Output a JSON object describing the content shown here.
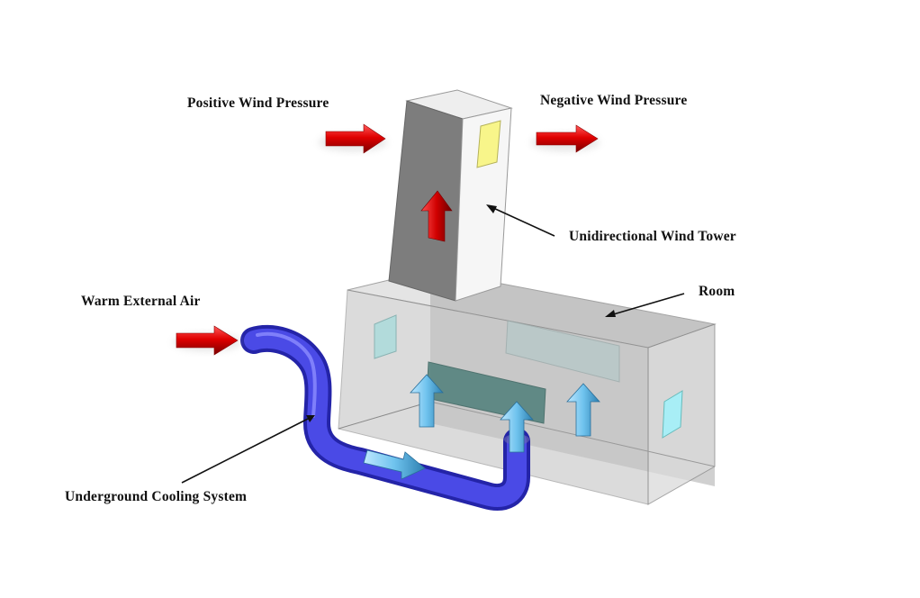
{
  "title": "Wind tower and underground cooling system schematic",
  "labels": {
    "positive_wind_pressure": "Positive Wind Pressure",
    "negative_wind_pressure": "Negative Wind Pressure",
    "unidirectional_wind_tower": "Unidirectional Wind Tower",
    "room": "Room",
    "warm_external_air": "Warm External Air",
    "underground_cooling_system": "Underground Cooling System"
  },
  "colors": {
    "hot_air_arrow": "#d40000",
    "cool_air_arrow": "#6fc3ee",
    "pipe": "#4a4ae0",
    "tower_front": "#7d7d7d",
    "tower_side": "#f4f4f4",
    "tower_window": "#f8f58a",
    "room_glass": "#c8c8c8",
    "window_glass": "#a8e4ea",
    "vent_panel": "#4f7f7a"
  }
}
